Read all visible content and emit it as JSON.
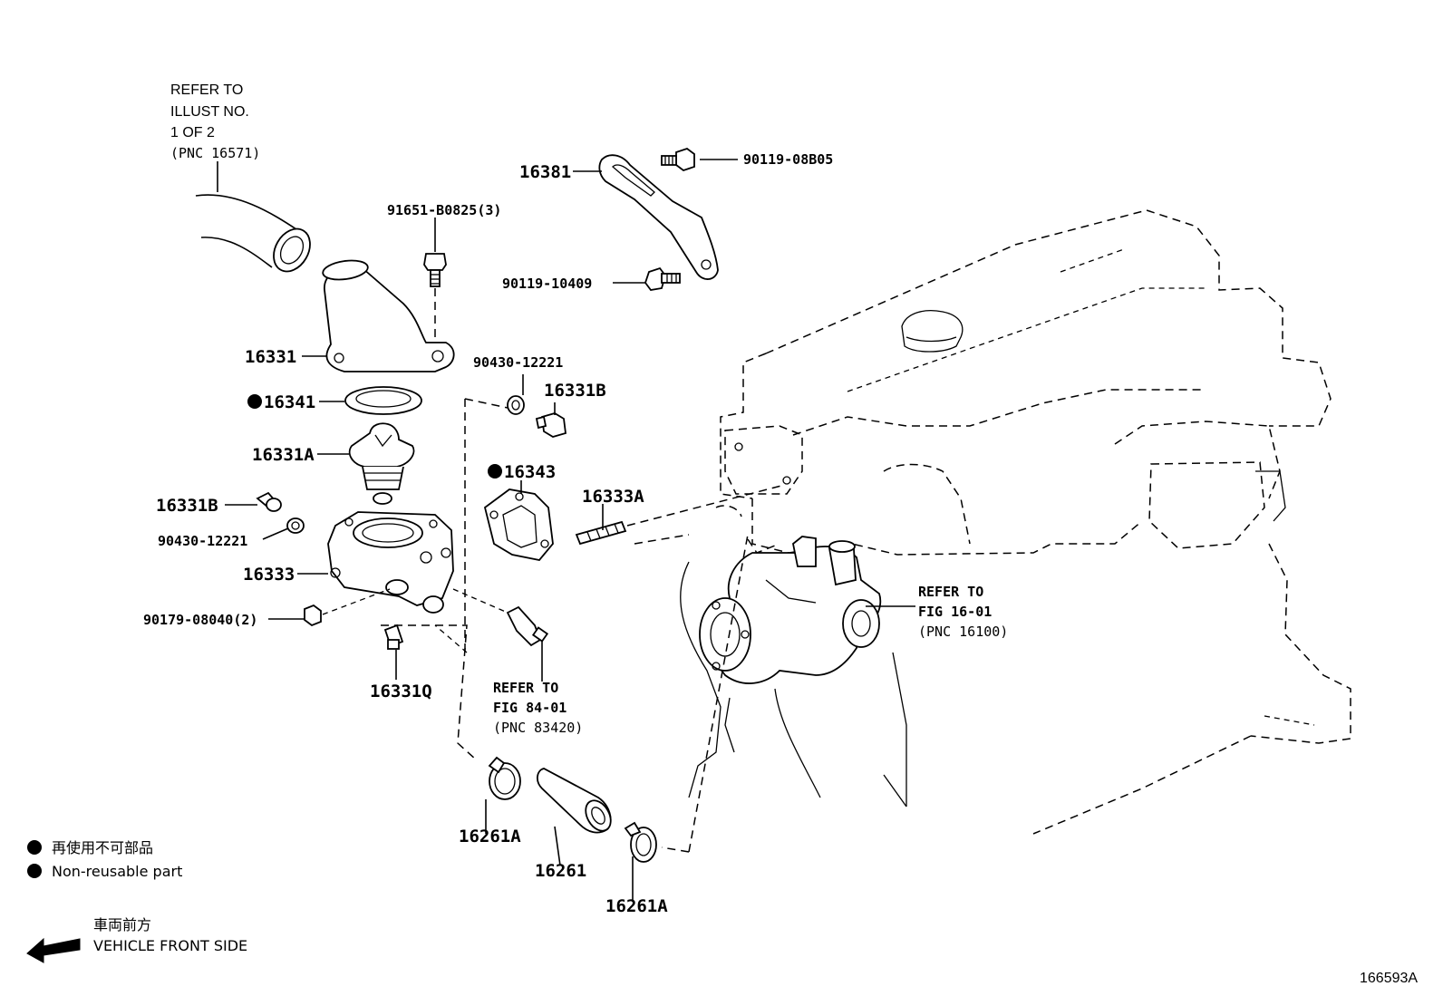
{
  "references": {
    "hose_ref": [
      "REFER TO",
      "ILLUST NO.",
      "1 OF 2",
      "(PNC 16571)"
    ],
    "water_pump_ref": [
      "REFER TO",
      "FIG 16-01",
      "(PNC 16100)"
    ],
    "sensor_ref": [
      "REFER TO",
      "FIG 84-01",
      "(PNC 83420)"
    ]
  },
  "parts": {
    "p16381": "16381",
    "p90119_08B05": "90119-08B05",
    "p91651_B0825": "91651-B0825(3)",
    "p90119_10409": "90119-10409",
    "p16331": "16331",
    "p90430_top": "90430-12221",
    "p16341": "16341",
    "p16331B_top": "16331B",
    "p16331A": "16331A",
    "p16343": "16343",
    "p16331B_left": "16331B",
    "p16333A": "16333A",
    "p90430_left": "90430-12221",
    "p16333": "16333",
    "p90179": "90179-08040(2)",
    "p16331Q": "16331Q",
    "p16261A_left": "16261A",
    "p16261": "16261",
    "p16261A_right": "16261A"
  },
  "legend": {
    "jp_nonreusable": "再使用不可部品",
    "nonreusable": "Non-reusable part",
    "jp_front": "車両前方",
    "front": "VEHICLE FRONT SIDE"
  },
  "illustration_id": "166593A"
}
